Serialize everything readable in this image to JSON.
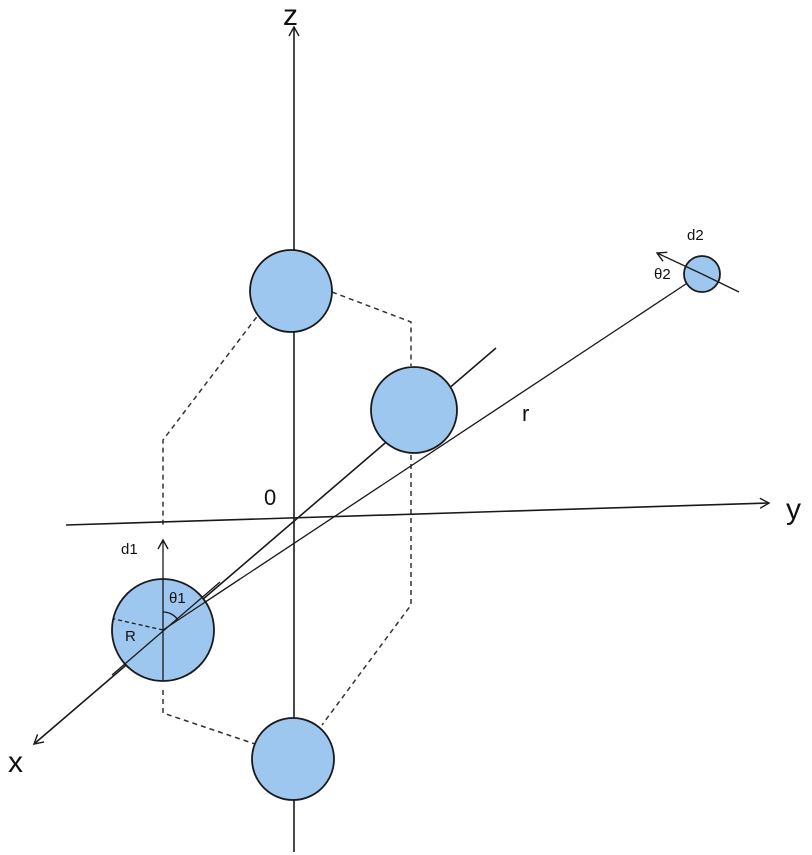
{
  "axes": {
    "z": "z",
    "y": "y",
    "x": "x",
    "origin": "0"
  },
  "labels": {
    "distance": "r",
    "dipole1": "d1",
    "dipole2": "d2",
    "angle1": "θ1",
    "angle2": "θ2",
    "radius": "R"
  },
  "colors": {
    "sphere_fill": "#9dc7ee",
    "stroke": "#1a1a1a"
  }
}
